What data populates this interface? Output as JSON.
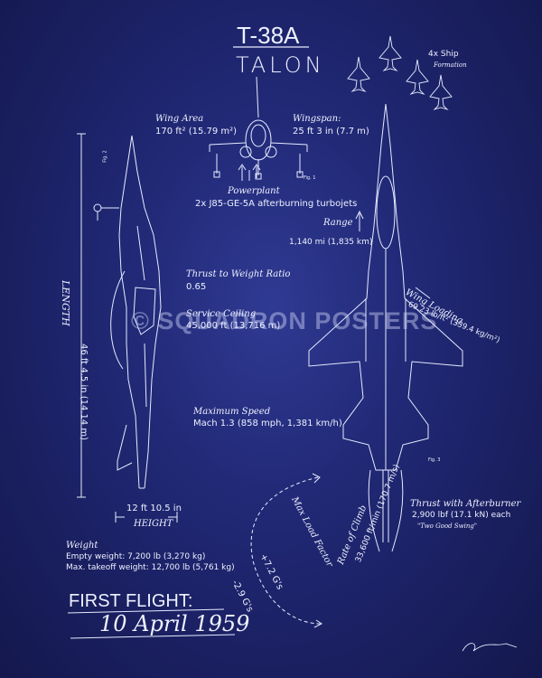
{
  "title": "T-38A",
  "name": "TALON",
  "formation": {
    "label": "4x Ship",
    "sublabel": "Formation"
  },
  "wing_area": {
    "label": "Wing Area",
    "value": "170 ft² (15.79 m²)"
  },
  "wingspan": {
    "label": "Wingspan:",
    "value": "25 ft 3 in (7.7 m)"
  },
  "powerplant": {
    "label": "Powerplant",
    "value": "2x J85-GE-5A afterburning turbojets"
  },
  "range": {
    "label": "Range",
    "value": "1,140 mi (1,835 km)"
  },
  "thrust_weight": {
    "label": "Thrust to Weight Ratio",
    "value": "0.65"
  },
  "service_ceiling": {
    "label": "Service Ceiling",
    "value": "45,000 ft (13,716 m)"
  },
  "max_speed": {
    "label": "Maximum Speed",
    "value": "Mach 1.3 (858 mph, 1,381 km/h)"
  },
  "wing_loading": {
    "label": "Wing Loading",
    "value": "69.23 lb/ft² (339.4 kg/m²)"
  },
  "length": {
    "label": "LENGTH",
    "value": "46 ft 4.5 in (14.14 m)"
  },
  "height": {
    "label": "HEIGHT",
    "value": "12 ft 10.5 in"
  },
  "weight": {
    "label": "Weight",
    "empty": "Empty weight: 7,200 lb (3,270 kg)",
    "max": "Max. takeoff weight: 12,700 lb (5,761 kg)"
  },
  "load_factor": {
    "label": "Max Load Factor",
    "pos": "+7.2 G's",
    "neg": "-2.9 G's"
  },
  "rate_of_climb": {
    "label": "Rate of Climb",
    "value": "33,600 ft/min (170.7 m/s)"
  },
  "thrust_ab": {
    "label": "Thrust with Afterburner",
    "value": "2,900 lbf (17.1 kN) each",
    "note": "\"Two Good Swing\""
  },
  "first_flight": {
    "label": "FIRST FLIGHT:",
    "date": "10 April 1959"
  },
  "watermark": "© SQUADRON POSTERS",
  "fig_labels": {
    "fig1": "Fig. 1",
    "fig2": "Fig. 2",
    "fig3": "Fig. 3"
  },
  "colors": {
    "background": "#222a78",
    "line": "#e6ebff"
  }
}
